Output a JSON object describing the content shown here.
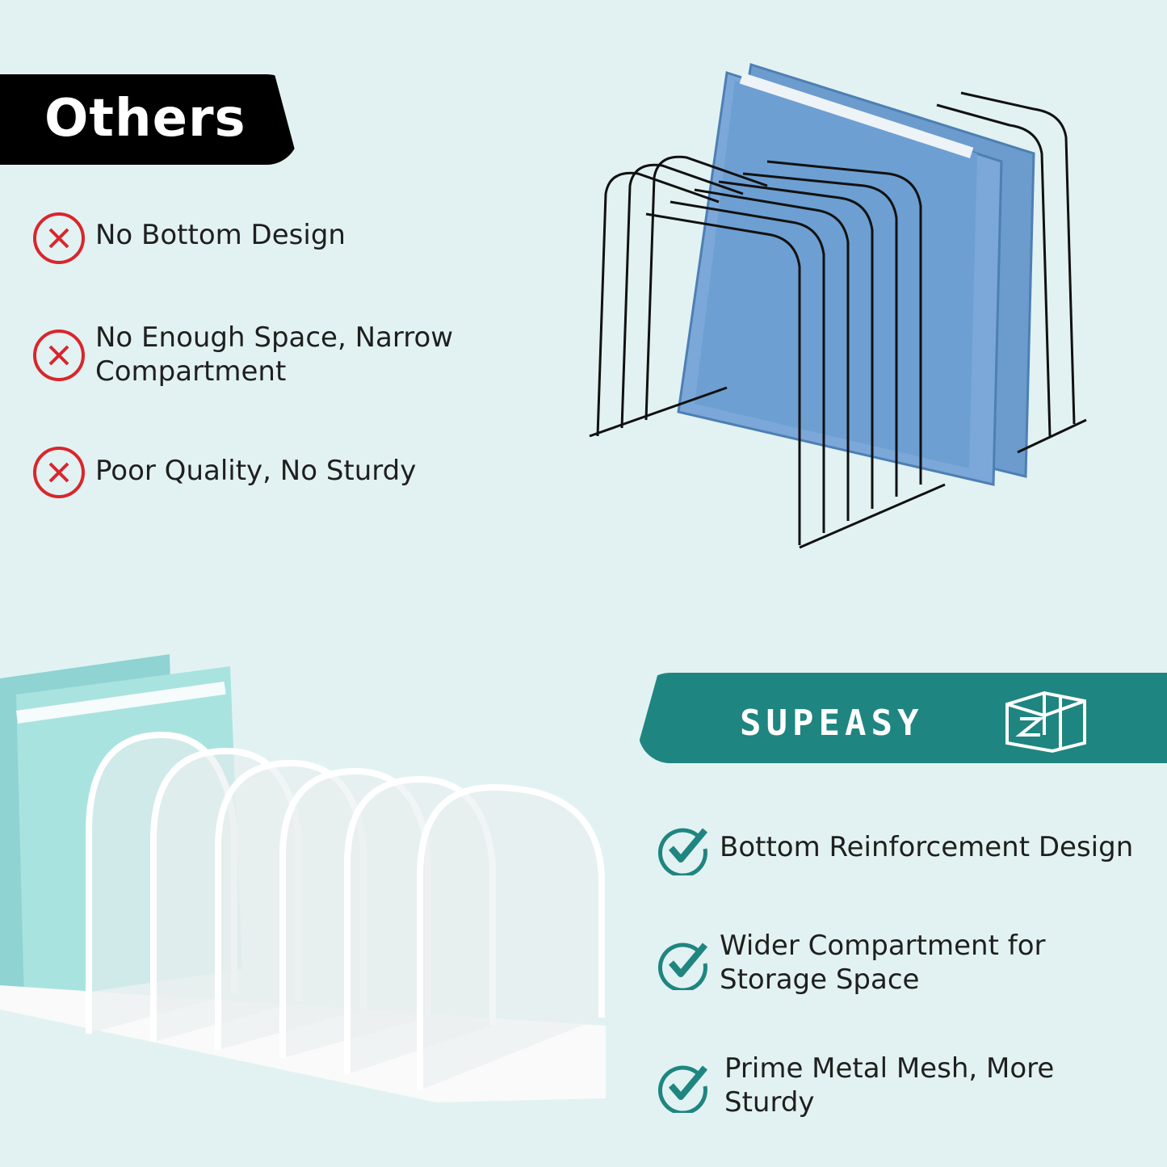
{
  "others": {
    "title": "Others",
    "items": [
      {
        "label": "No Bottom Design",
        "icon": "x-circle-icon"
      },
      {
        "label": "No Enough Space, Narrow Compartment",
        "line1": "No Enough Space, Narrow",
        "line2": "Compartment",
        "icon": "x-circle-icon"
      },
      {
        "label": "Poor Quality, No Sturdy",
        "icon": "x-circle-icon"
      }
    ]
  },
  "brand": {
    "name": "SUPEASY",
    "items": [
      {
        "label": "Bottom Reinforcement Design",
        "icon": "check-circle-icon"
      },
      {
        "label": "Wider Compartment for Storage Space",
        "line1": "Wider Compartment for",
        "line2": "Storage Space",
        "icon": "check-circle-icon"
      },
      {
        "label": "Prime Metal Mesh, More Sturdy",
        "line1": "Prime Metal Mesh, More",
        "line2": "Sturdy",
        "icon": "check-circle-icon"
      }
    ]
  },
  "colors": {
    "background": "#e2f2f2",
    "brand_teal": "#1f8580",
    "cross_red": "#d9262c",
    "others_banner": "#000000"
  }
}
